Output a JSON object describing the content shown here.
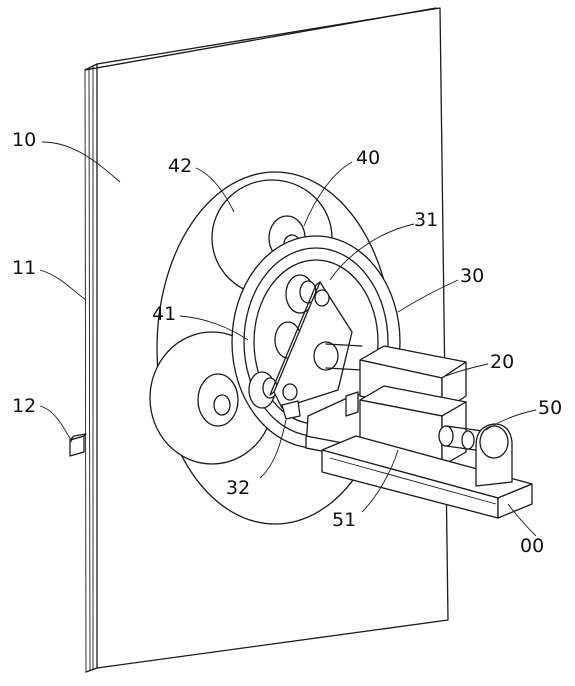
{
  "figure": {
    "ink_color": "#1a1a1a",
    "background_color": "#ffffff"
  },
  "labels": {
    "l10": "10",
    "l11": "11",
    "l12": "12",
    "l42": "42",
    "l40": "40",
    "l31": "31",
    "l30": "30",
    "l41": "41",
    "l20": "20",
    "l50": "50",
    "l32": "32",
    "l51": "51",
    "l00": "00"
  }
}
